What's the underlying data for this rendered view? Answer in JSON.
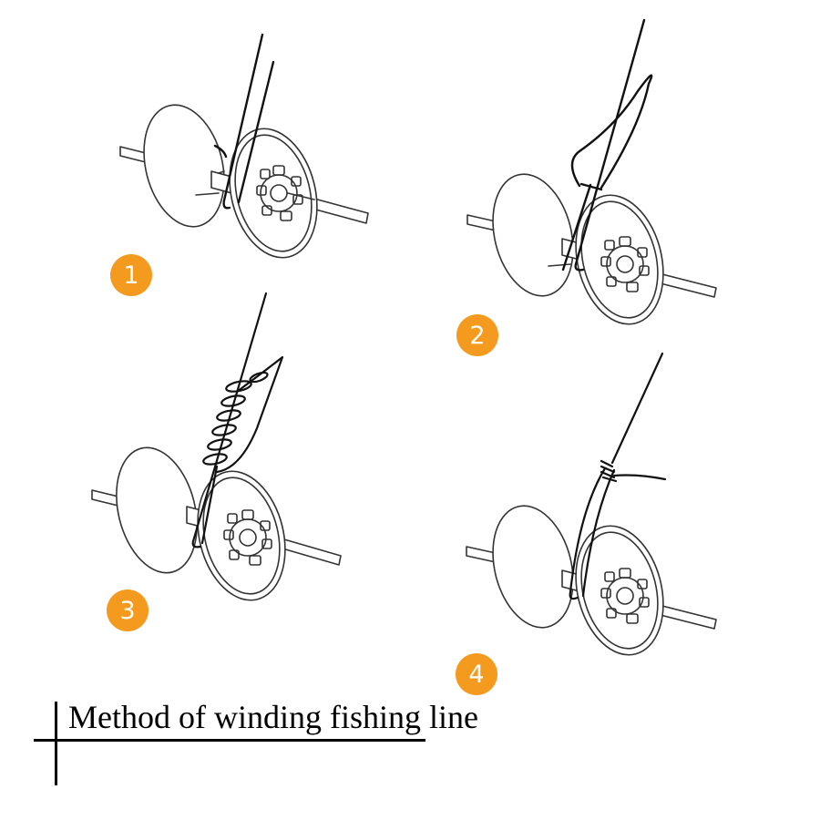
{
  "steps": [
    {
      "number": "1"
    },
    {
      "number": "2"
    },
    {
      "number": "3"
    },
    {
      "number": "4"
    }
  ],
  "caption": "Method of winding fishing line",
  "colors": {
    "badge": "#F39A1F",
    "line": "#111111",
    "stroke": "#333333",
    "background": "#FFFFFF"
  }
}
